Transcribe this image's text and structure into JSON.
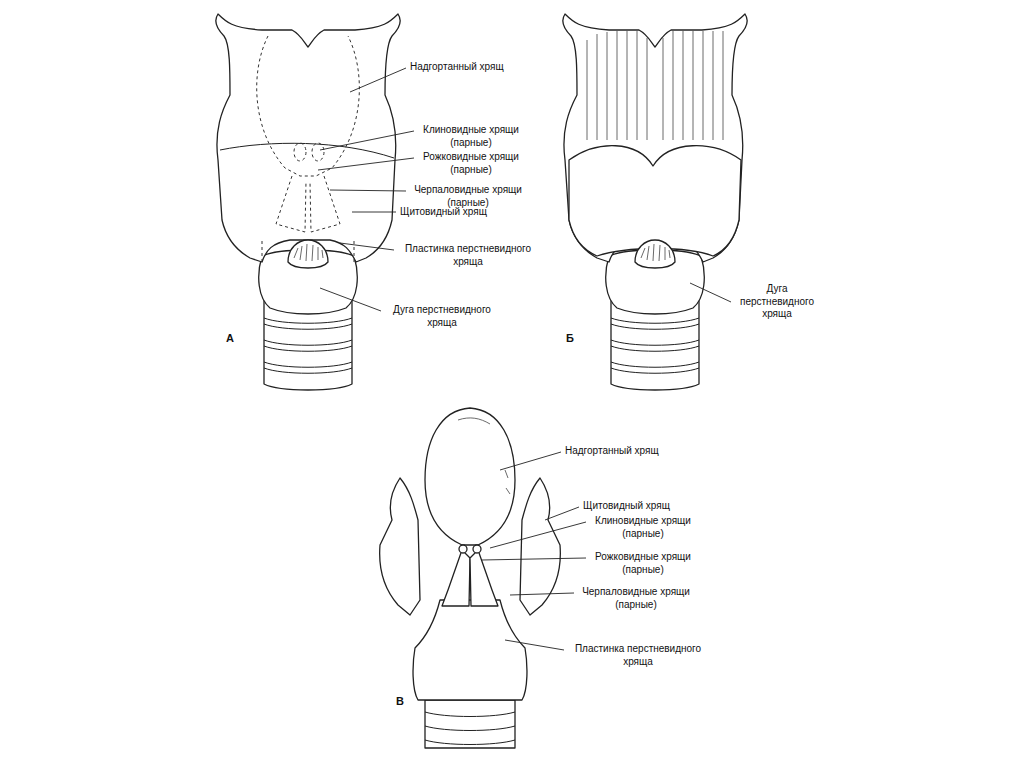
{
  "diagram": {
    "labels": [
      "Надгортанный хрящ",
      "Клиновидные хрящи (парные)",
      "Рожковидные хрящи (парные)",
      "Черпаловидные хрящи (парные)",
      "Щитовидный хрящ",
      "Пластинка перстневидного хряща",
      "Дуга перстневидного хряща",
      "А",
      "Дуга перстневидного хряща",
      "Б",
      "Надгортанный хрящ",
      "Щитовидный хрящ",
      "Клиновидные хрящи (парные)",
      "Рожковидные хрящи (парные)",
      "Черпаловидные хрящи (парные)",
      "Пластинка перстневидного хряща",
      "В"
    ]
  }
}
